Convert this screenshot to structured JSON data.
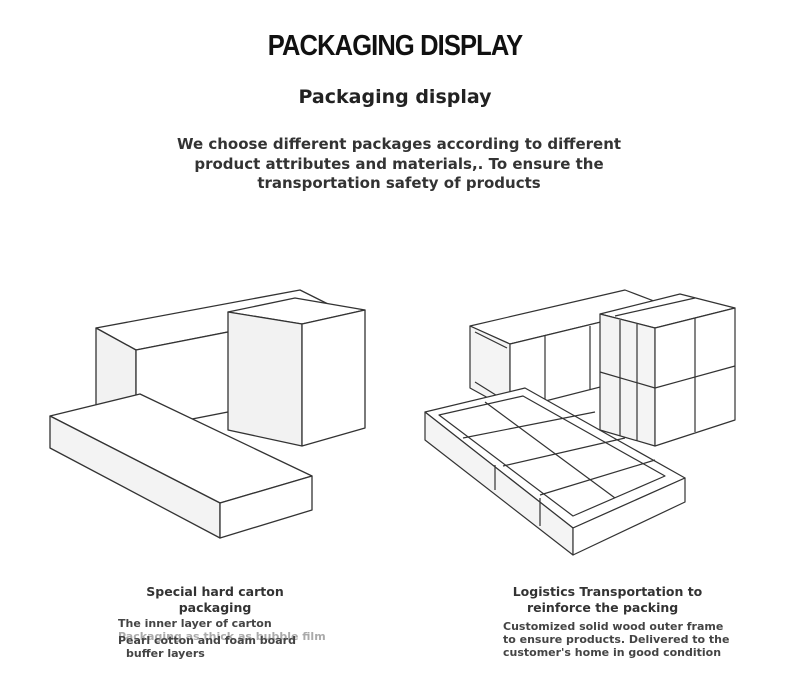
{
  "header": {
    "title": "PACKAGING DISPLAY",
    "subtitle": "Packaging display",
    "intro_lines": [
      "We choose different packages according to different",
      "product attributes and materials,. To ensure the",
      "transportation safety of products"
    ]
  },
  "left_panel": {
    "title_lines": [
      "Special hard carton",
      "packaging"
    ],
    "body_lines": [
      "The inner layer of carton",
      "Pearl cotton and foam board",
      "buffer layers"
    ],
    "overlapped_text": "Packaging as thick as bubble film"
  },
  "right_panel": {
    "title_lines": [
      "Logistics Transportation to",
      "reinforce the packing"
    ],
    "body_lines": [
      "Customized solid wood outer frame",
      "to ensure products. Delivered to the",
      "customer's home in good condition"
    ]
  },
  "colors": {
    "line": "#333333",
    "face_light": "#ffffff",
    "face_shade": "#f3f3f3"
  }
}
